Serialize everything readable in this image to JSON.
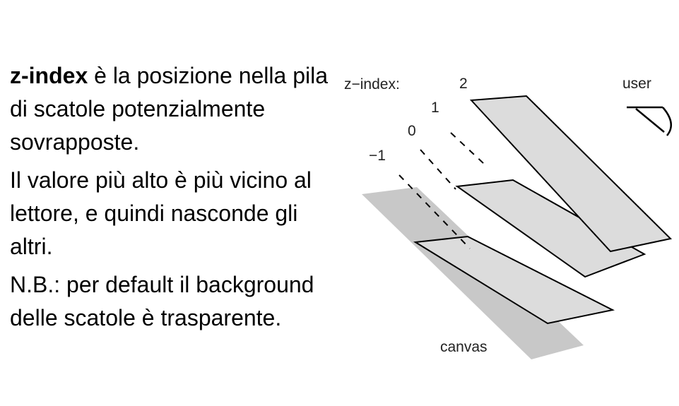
{
  "text": {
    "para1_keyword": "z-index",
    "para1_rest": " è la posizione nella pila di scatole potenzialmente sovrapposte.",
    "para2": "Il valore più alto è più vicino al lettore, e quindi nasconde gli altri.",
    "para3": "N.B.: per default il background delle scatole è trasparente."
  },
  "diagram": {
    "zindex_label": "z−index:",
    "levels": [
      "−1",
      "0",
      "1",
      "2"
    ],
    "user_label": "user",
    "canvas_label": "canvas",
    "colors": {
      "canvas_fill": "#c8c8c8",
      "box_fill": "#dcdcdc",
      "outline": "#000000"
    }
  }
}
